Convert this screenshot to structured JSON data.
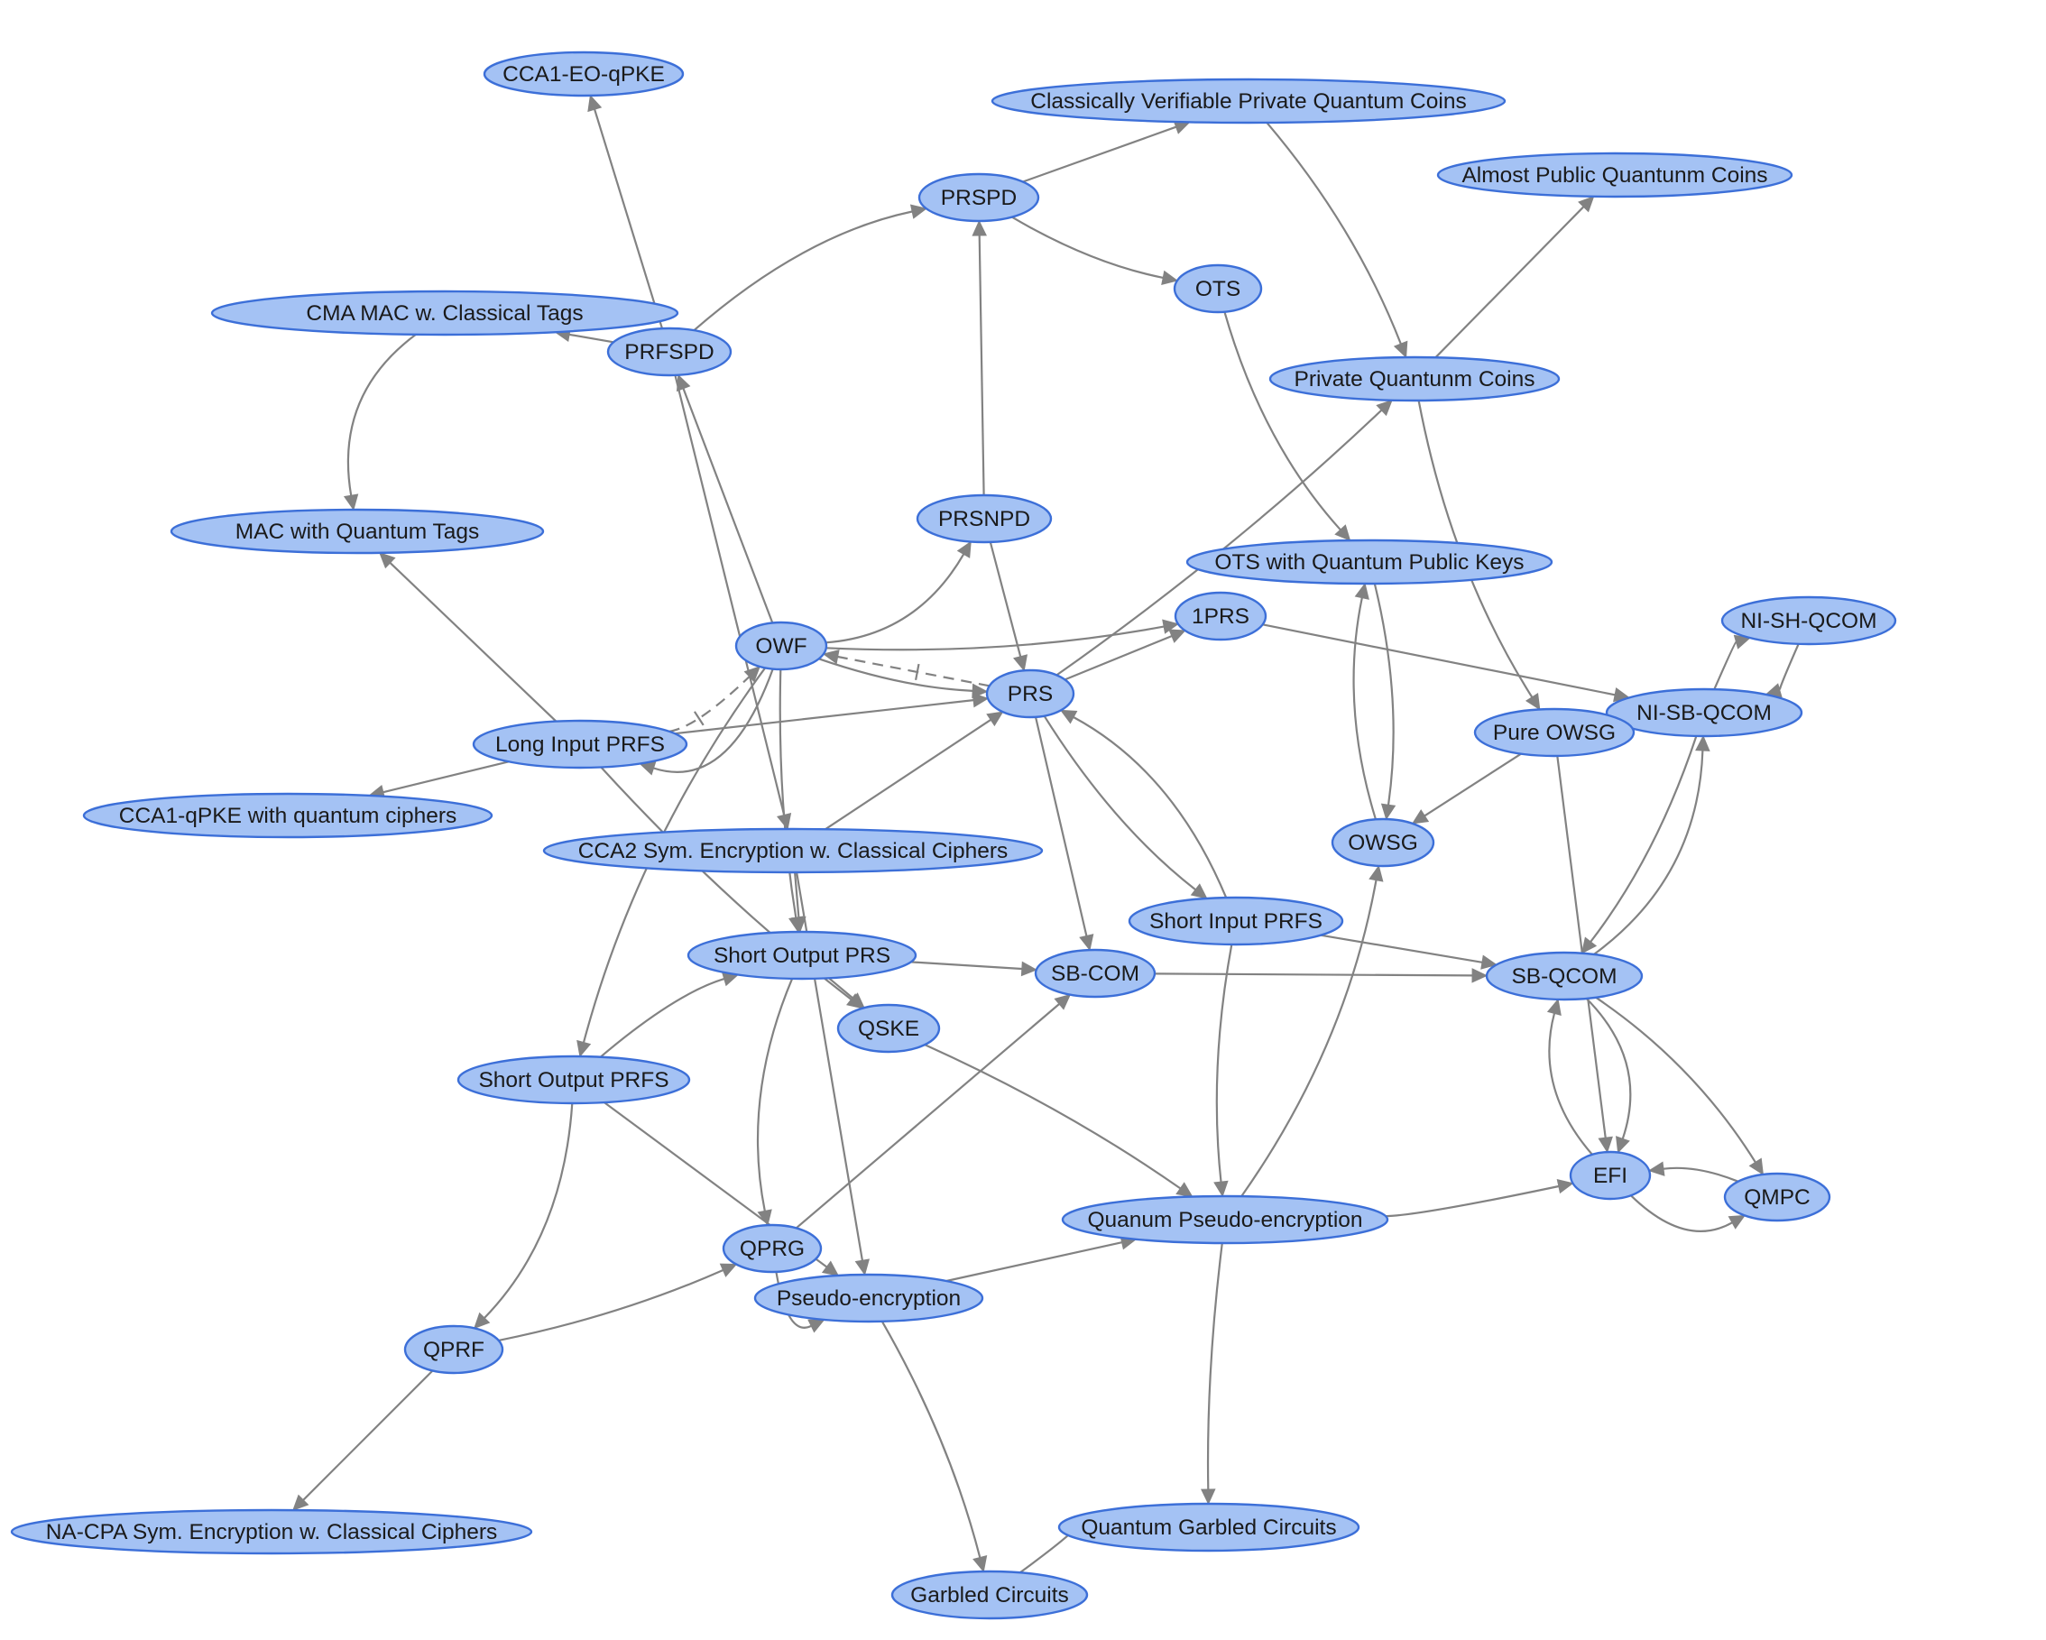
{
  "nodes": [
    {
      "id": "CCA1-EO-qPKE",
      "label": "CCA1-EO-qPKE"
    },
    {
      "id": "CVPQC",
      "label": "Classically Verifiable Private Quantum Coins"
    },
    {
      "id": "APQC",
      "label": "Almost Public Quantunm Coins"
    },
    {
      "id": "PRSPD",
      "label": "PRSPD"
    },
    {
      "id": "OTS",
      "label": "OTS"
    },
    {
      "id": "CMAMAC",
      "label": "CMA MAC w. Classical Tags"
    },
    {
      "id": "PRFSPD",
      "label": "PRFSPD"
    },
    {
      "id": "PQC",
      "label": "Private Quantunm Coins"
    },
    {
      "id": "MACQT",
      "label": "MAC with Quantum Tags"
    },
    {
      "id": "PRSNPD",
      "label": "PRSNPD"
    },
    {
      "id": "OTSQPK",
      "label": "OTS with Quantum Public Keys"
    },
    {
      "id": "1PRS",
      "label": "1PRS"
    },
    {
      "id": "NISHQCOM",
      "label": "NI-SH-QCOM"
    },
    {
      "id": "OWF",
      "label": "OWF"
    },
    {
      "id": "PRS",
      "label": "PRS"
    },
    {
      "id": "NISBQCOM",
      "label": "NI-SB-QCOM"
    },
    {
      "id": "PureOWSG",
      "label": "Pure OWSG"
    },
    {
      "id": "LIPRFS",
      "label": "Long Input PRFS"
    },
    {
      "id": "CCA1qPKE",
      "label": "CCA1-qPKE with quantum ciphers"
    },
    {
      "id": "OWSG",
      "label": "OWSG"
    },
    {
      "id": "CCA2",
      "label": "CCA2 Sym. Encryption w. Classical Ciphers"
    },
    {
      "id": "SIPRFS",
      "label": "Short Input PRFS"
    },
    {
      "id": "SOPRS",
      "label": "Short Output PRS"
    },
    {
      "id": "SBCOM",
      "label": "SB-COM"
    },
    {
      "id": "SBQCOM",
      "label": "SB-QCOM"
    },
    {
      "id": "QSKE",
      "label": "QSKE"
    },
    {
      "id": "SOPRFS",
      "label": "Short Output PRFS"
    },
    {
      "id": "EFI",
      "label": "EFI"
    },
    {
      "id": "QMPC",
      "label": "QMPC"
    },
    {
      "id": "QPRG",
      "label": "QPRG"
    },
    {
      "id": "QPE",
      "label": "Quanum Pseudo-encryption"
    },
    {
      "id": "PE",
      "label": "Pseudo-encryption"
    },
    {
      "id": "QPRF",
      "label": "QPRF"
    },
    {
      "id": "NACPA",
      "label": "NA-CPA Sym. Encryption w. Classical Ciphers"
    },
    {
      "id": "QGC",
      "label": "Quantum Garbled Circuits"
    },
    {
      "id": "GC",
      "label": "Garbled Circuits"
    }
  ],
  "edges": [
    {
      "from": "PRFSPD",
      "to": "CCA1-EO-qPKE"
    },
    {
      "from": "PRFSPD",
      "to": "CMAMAC"
    },
    {
      "from": "PRFSPD",
      "to": "PRSPD"
    },
    {
      "from": "PRFSPD",
      "to": "CCA2"
    },
    {
      "from": "PRSPD",
      "to": "CVPQC"
    },
    {
      "from": "PRSPD",
      "to": "OTS"
    },
    {
      "from": "CVPQC",
      "to": "PQC"
    },
    {
      "from": "PQC",
      "to": "APQC"
    },
    {
      "from": "PQC",
      "to": "PureOWSG"
    },
    {
      "from": "OTS",
      "to": "OTSQPK"
    },
    {
      "from": "CMAMAC",
      "to": "MACQT"
    },
    {
      "from": "PRSNPD",
      "to": "PRSPD"
    },
    {
      "from": "PRSNPD",
      "to": "PRS"
    },
    {
      "from": "OWF",
      "to": "PRFSPD"
    },
    {
      "from": "OWF",
      "to": "PRSNPD"
    },
    {
      "from": "OWF",
      "to": "1PRS"
    },
    {
      "from": "OWF",
      "to": "PRS"
    },
    {
      "from": "OWF",
      "to": "LIPRFS"
    },
    {
      "from": "OWF",
      "to": "SOPRS"
    },
    {
      "from": "OWF",
      "to": "SOPRFS"
    },
    {
      "from": "LIPRFS",
      "to": "OWF",
      "dashed": true
    },
    {
      "from": "PRS",
      "to": "OWF",
      "dashed": true
    },
    {
      "from": "LIPRFS",
      "to": "MACQT"
    },
    {
      "from": "LIPRFS",
      "to": "PRS"
    },
    {
      "from": "LIPRFS",
      "to": "CCA1qPKE"
    },
    {
      "from": "LIPRFS",
      "to": "QSKE"
    },
    {
      "from": "PRS",
      "to": "1PRS"
    },
    {
      "from": "PRS",
      "to": "PQC"
    },
    {
      "from": "PRS",
      "to": "SIPRFS"
    },
    {
      "from": "PRS",
      "to": "SBCOM"
    },
    {
      "from": "1PRS",
      "to": "NISBQCOM"
    },
    {
      "from": "NISBQCOM",
      "to": "NISHQCOM"
    },
    {
      "from": "NISHQCOM",
      "to": "NISBQCOM"
    },
    {
      "from": "NISBQCOM",
      "to": "SBQCOM"
    },
    {
      "from": "SBQCOM",
      "to": "NISBQCOM"
    },
    {
      "from": "PureOWSG",
      "to": "OWSG"
    },
    {
      "from": "PureOWSG",
      "to": "EFI"
    },
    {
      "from": "OWSG",
      "to": "OTSQPK"
    },
    {
      "from": "OTSQPK",
      "to": "OWSG"
    },
    {
      "from": "CCA2",
      "to": "PRS"
    },
    {
      "from": "CCA2",
      "to": "SOPRS"
    },
    {
      "from": "CCA2",
      "to": "PE"
    },
    {
      "from": "SIPRFS",
      "to": "PRS"
    },
    {
      "from": "SIPRFS",
      "to": "SBQCOM"
    },
    {
      "from": "SIPRFS",
      "to": "QPE"
    },
    {
      "from": "SOPRS",
      "to": "SBCOM"
    },
    {
      "from": "SOPRS",
      "to": "QSKE"
    },
    {
      "from": "SOPRS",
      "to": "QPRG"
    },
    {
      "from": "SBCOM",
      "to": "SBQCOM"
    },
    {
      "from": "SBQCOM",
      "to": "EFI"
    },
    {
      "from": "EFI",
      "to": "SBQCOM"
    },
    {
      "from": "SBQCOM",
      "to": "QMPC"
    },
    {
      "from": "QMPC",
      "to": "EFI"
    },
    {
      "from": "EFI",
      "to": "QMPC"
    },
    {
      "from": "QSKE",
      "to": "QPE"
    },
    {
      "from": "SOPRFS",
      "to": "SOPRS"
    },
    {
      "from": "SOPRFS",
      "to": "QPRF"
    },
    {
      "from": "SOPRFS",
      "to": "PE"
    },
    {
      "from": "QPRG",
      "to": "SBCOM"
    },
    {
      "from": "QPRG",
      "to": "PE"
    },
    {
      "from": "QPRF",
      "to": "QPRG"
    },
    {
      "from": "QPRF",
      "to": "NACPA"
    },
    {
      "from": "PE",
      "to": "QPE"
    },
    {
      "from": "PE",
      "to": "GC"
    },
    {
      "from": "QPE",
      "to": "EFI"
    },
    {
      "from": "QPE",
      "to": "OWSG"
    },
    {
      "from": "QPE",
      "to": "QGC"
    },
    {
      "from": "GC",
      "to": "QGC"
    }
  ]
}
